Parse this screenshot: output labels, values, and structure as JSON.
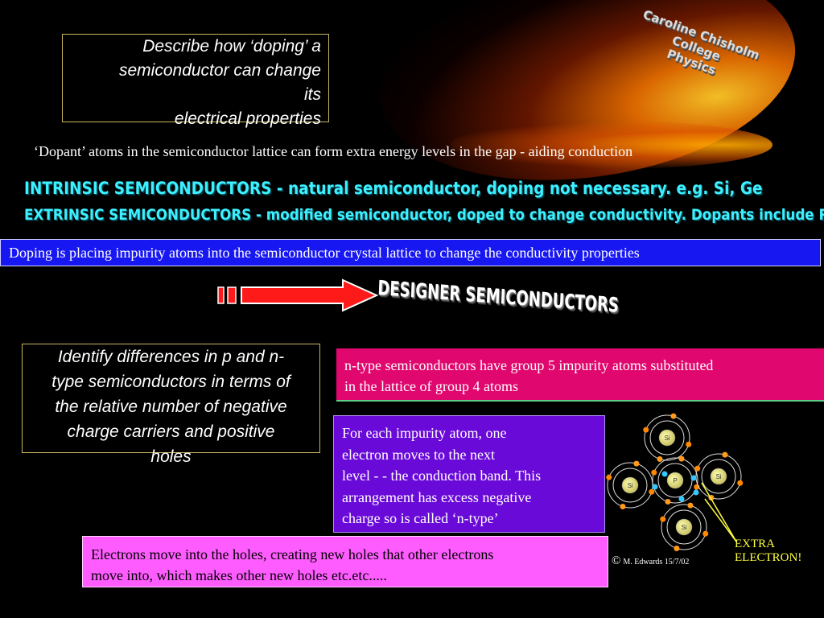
{
  "college": {
    "line1": "Caroline Chisholm College",
    "line2": "Physics"
  },
  "question1": {
    "line1": "Describe how ‘doping’ a",
    "line2": "semiconductor can change",
    "line3": "its",
    "line4": "electrical properties"
  },
  "dopant_text": "‘Dopant’ atoms in the semiconductor lattice can form extra energy levels in the gap - aiding conduction",
  "intrinsic": "INTRINSIC SEMICONDUCTORS - natural semiconductor, doping not necessary. e.g. Si, Ge",
  "extrinsic": "EXTRINSIC SEMICONDUCTORS - modified semiconductor, doped to change conductivity. Dopants include P, B",
  "doping_definition": "Doping is placing impurity atoms into the semiconductor crystal  lattice to change the conductivity properties",
  "designer": "DESIGNER SEMICONDUCTORS",
  "question2": {
    "line1": "Identify differences in p and n-",
    "line2": "type semiconductors in terms of",
    "line3": "the relative number of negative",
    "line4": "charge carriers and positive",
    "line5": "holes"
  },
  "ntype": {
    "line1": "n-type semiconductors have group 5 impurity atoms substituted",
    "line2": "in the lattice of group 4 atoms"
  },
  "impurity": {
    "line1": "For each impurity atom, one",
    "line2": "electron moves to the next",
    "line3": "level - - the conduction band. This",
    "line4": "arrangement has excess negative",
    "line5": "charge so is called ‘n-type’"
  },
  "holes": {
    "line1": "Electrons move into the holes, creating new holes that other electrons",
    "line2": "move into, which makes other new holes etc.etc....."
  },
  "diagram": {
    "atom_label": "Si",
    "impurity_label": "P"
  },
  "extra_label": {
    "line1": "EXTRA",
    "line2": "ELECTRON!"
  },
  "copyright": {
    "symbol": "©",
    "text": "M. Edwards 15/7/02"
  },
  "colors": {
    "accent_cyan": "#3cf0ff",
    "blue_box": "#1717f2",
    "magenta_box": "#e0086e",
    "purple_box": "#6a0ad8",
    "pink_box": "#ff5cff",
    "arrow_red": "#ff1a1a"
  }
}
